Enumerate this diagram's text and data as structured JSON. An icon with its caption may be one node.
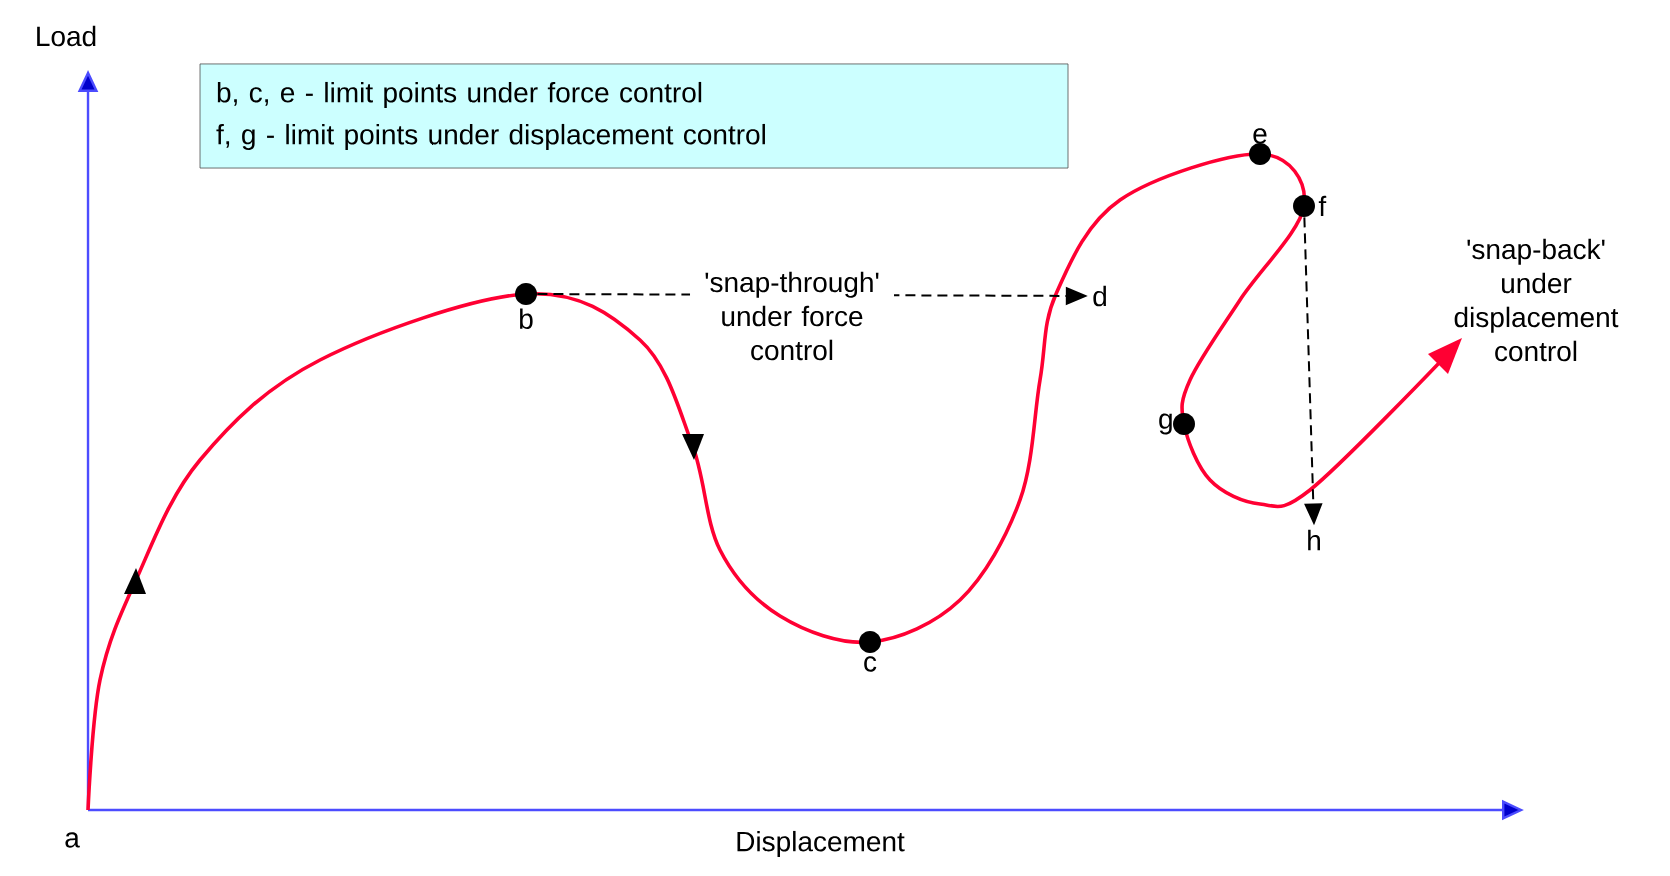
{
  "diagram": {
    "nodes": [
      {
        "text": [
          "b, c, e - limit points under force control",
          "f, g - limit points under displacement control"
        ]
      },
      {
        "text": [],
        "shape": "circle",
        "beside": [
          "b"
        ]
      },
      {
        "text": [],
        "shape": "circle",
        "beside": [
          "c"
        ]
      },
      {
        "text": [
          "d"
        ]
      },
      {
        "text": [],
        "shape": "circle",
        "beside": [
          "e"
        ]
      },
      {
        "text": [],
        "shape": "circle",
        "beside": [
          "f"
        ]
      },
      {
        "text": [],
        "shape": "circle",
        "beside": [
          "g"
        ]
      },
      {
        "text": [
          "h"
        ]
      }
    ],
    "edges": [
      {
        "from": 1,
        "to": 3,
        "arrow": "to",
        "style": "dashed",
        "label": "'snap-through' under force control"
      },
      {
        "from": 5,
        "to": 7,
        "arrow": "to",
        "style": "dashed"
      }
    ],
    "labels": [
      "Load",
      "Displacement",
      "a",
      "'snap-back' under displacement control"
    ]
  }
}
